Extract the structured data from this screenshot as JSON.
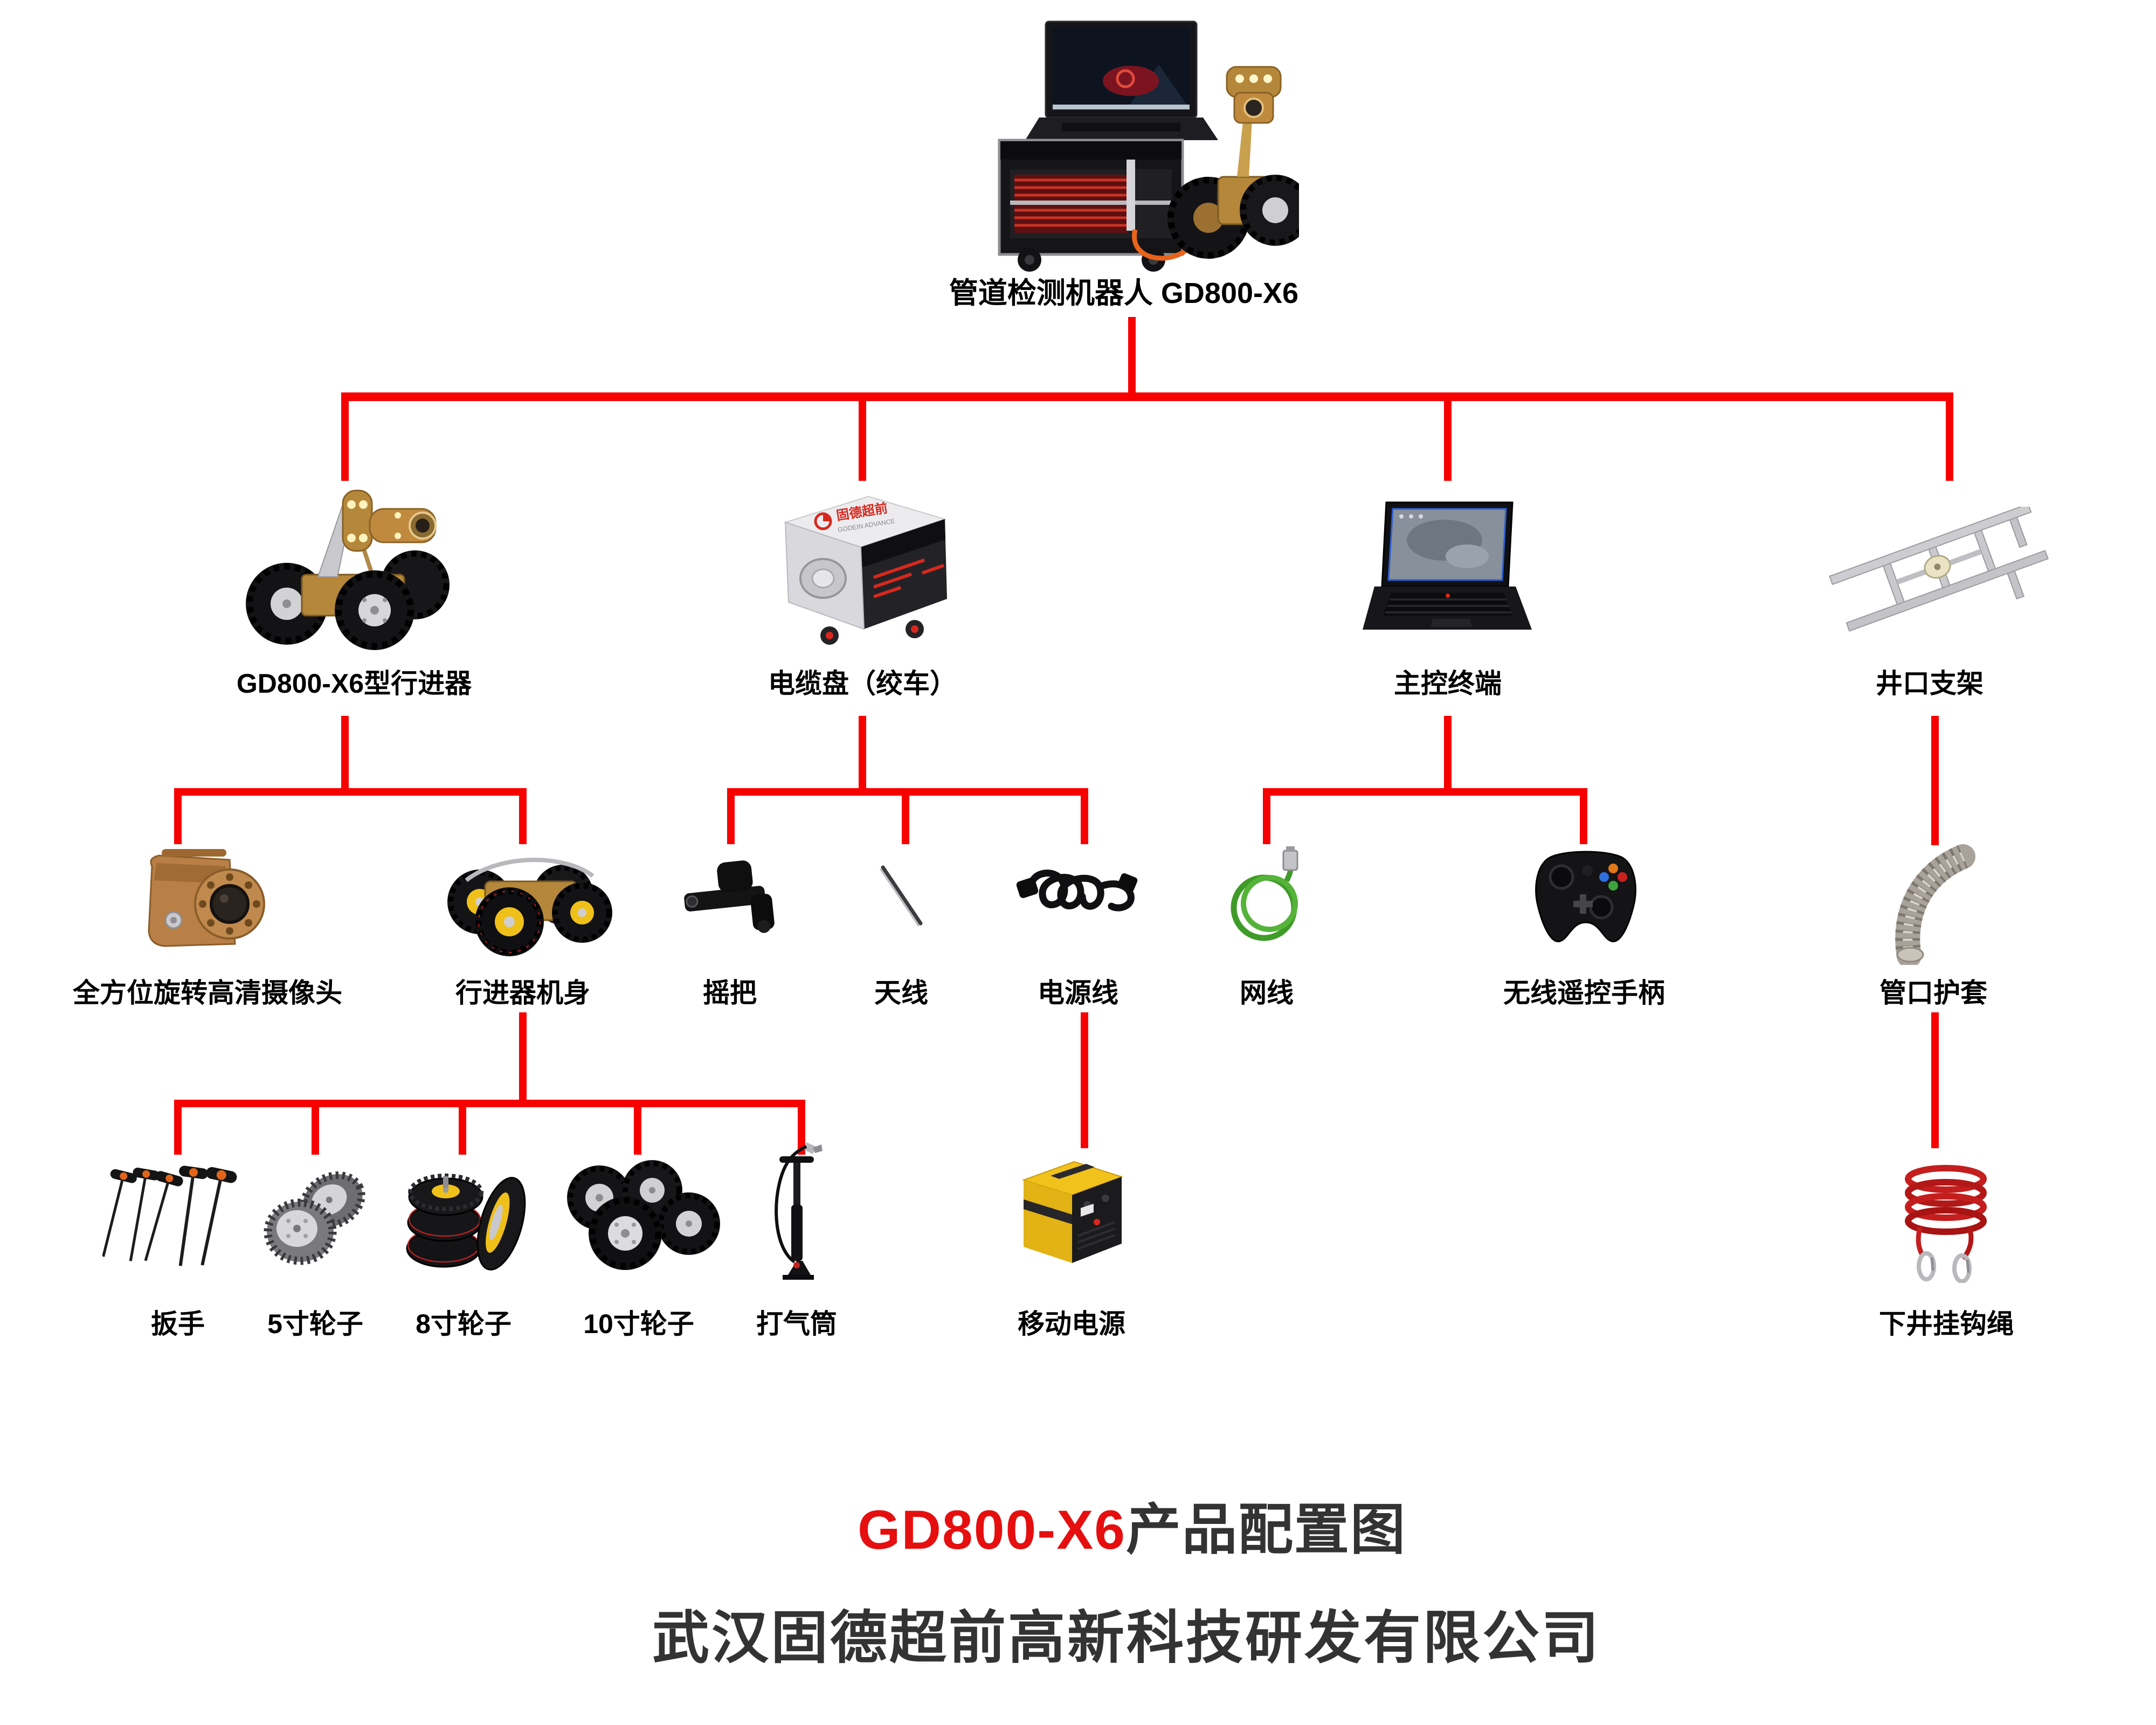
{
  "root": {
    "label": "管道检测机器人 GD800-X6"
  },
  "level2": {
    "crawler": {
      "label": "GD800-X6型行进器"
    },
    "winch": {
      "label": "电缆盘（绞车）"
    },
    "terminal": {
      "label": "主控终端"
    },
    "bracket": {
      "label": "井口支架"
    }
  },
  "level3": {
    "camera": {
      "label": "全方位旋转高清摄像头"
    },
    "body": {
      "label": "行进器机身"
    },
    "crank": {
      "label": "摇把"
    },
    "antenna": {
      "label": "天线"
    },
    "power_cable": {
      "label": "电源线"
    },
    "net_cable": {
      "label": "网线"
    },
    "controller": {
      "label": "无线遥控手柄"
    },
    "sleeve": {
      "label": "管口护套"
    }
  },
  "level4": {
    "wrench": {
      "label": "扳手"
    },
    "wheel5": {
      "label": "5寸轮子"
    },
    "wheel8": {
      "label": "8寸轮子"
    },
    "wheel10": {
      "label": "10寸轮子"
    },
    "pump": {
      "label": "打气筒"
    },
    "powerbank": {
      "label": "移动电源"
    },
    "rope": {
      "label": "下井挂钩绳"
    }
  },
  "footer": {
    "title_model": "GD800-X6",
    "title_suffix": "产品配置图",
    "company": "武汉固德超前高新科技研发有限公司"
  },
  "images": {
    "winch_logo_cn": "固德超前",
    "winch_logo_en": "GODEIN ADVANCE"
  },
  "colors": {
    "connector_red": "#f70000",
    "title_red": "#e60f0f",
    "label_text": "#000000",
    "footer_text": "#333333",
    "brass_gold": "#b5873a",
    "hub_yellow": "#f0c01a",
    "rope_red": "#c41e1e",
    "cable_green": "#3f9b28",
    "powerbank_yellow": "#f2c21c"
  }
}
